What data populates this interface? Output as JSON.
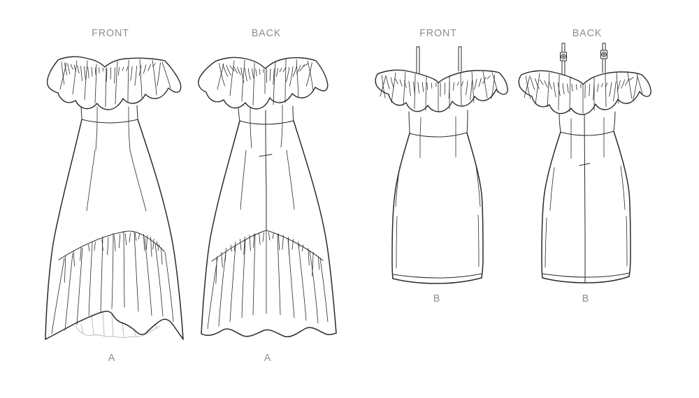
{
  "illustration": {
    "title": "Dress pattern line art, views A and B",
    "colors": {
      "line": "#2a2a2a",
      "label": "#8d8d8d",
      "underlay": "#bdbdbd",
      "background": "#ffffff"
    },
    "views": [
      {
        "garment": "A",
        "side": "front",
        "top_label": "FRONT",
        "bottom_label": "A"
      },
      {
        "garment": "A",
        "side": "back",
        "top_label": "BACK",
        "bottom_label": "A"
      },
      {
        "garment": "B",
        "side": "front",
        "top_label": "FRONT",
        "bottom_label": "B"
      },
      {
        "garment": "B",
        "side": "back",
        "top_label": "BACK",
        "bottom_label": "B"
      }
    ]
  }
}
